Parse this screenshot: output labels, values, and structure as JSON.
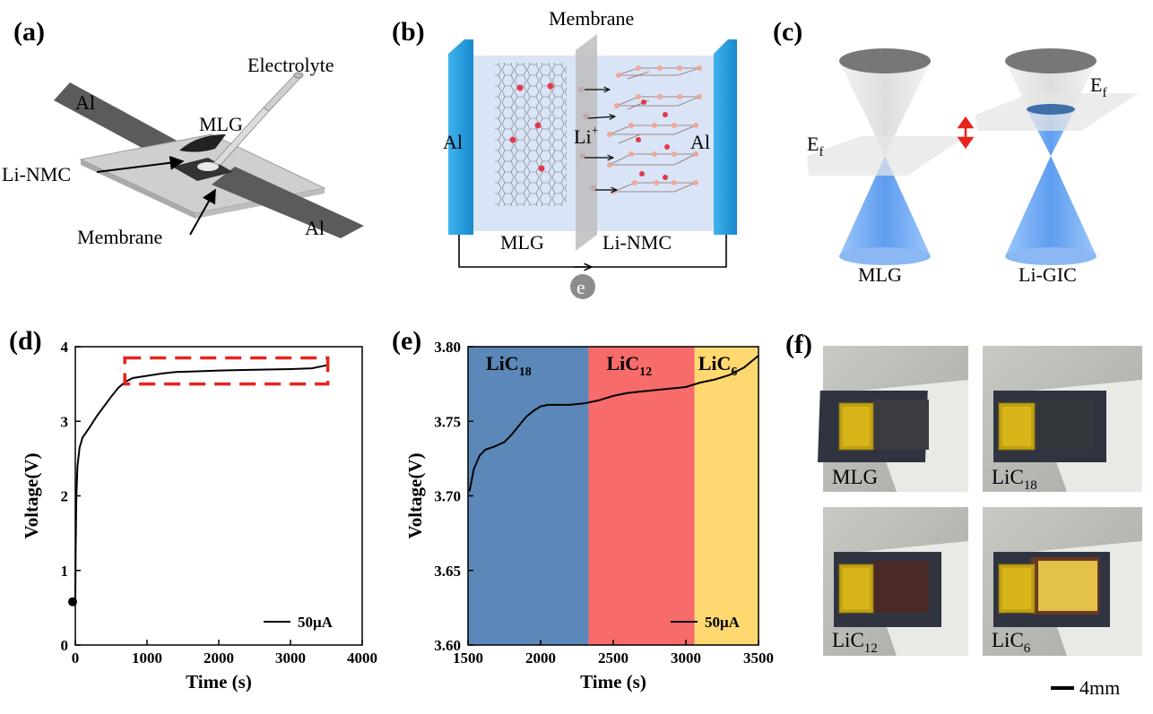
{
  "panels": {
    "a": {
      "label": "(a)",
      "electrolyte": "Electrolyte",
      "al_top": "Al",
      "mlg": "MLG",
      "li_nmc": "Li-NMC",
      "membrane": "Membrane",
      "al_bottom": "Al"
    },
    "b": {
      "label": "(b)",
      "membrane": "Membrane",
      "al_left": "Al",
      "al_right": "Al",
      "li_plus": "Li",
      "li_plus_sup": "+",
      "mlg": "MLG",
      "li_nmc": "Li-NMC",
      "electron": "e"
    },
    "c": {
      "label": "(c)",
      "ef_left": "E",
      "ef_left_sub": "f",
      "ef_right": "E",
      "ef_right_sub": "f",
      "mlg": "MLG",
      "li_gic": "Li-GIC"
    },
    "d": {
      "label": "(d)"
    },
    "e": {
      "label": "(e)"
    },
    "f": {
      "label": "(f)",
      "photos": [
        {
          "name": "MLG",
          "sub": ""
        },
        {
          "name": "LiC",
          "sub": "18"
        },
        {
          "name": "LiC",
          "sub": "12"
        },
        {
          "name": "LiC",
          "sub": "6"
        }
      ],
      "scale": "4mm"
    }
  },
  "colors": {
    "al_blue": "#2aa0e0",
    "cone_blue": "#6aa6f0",
    "highlight_red": "#e8221e",
    "lic18": "#5b88b8",
    "lic12": "#f86b6b",
    "lic6": "#ffd870"
  },
  "chart_data": [
    {
      "type": "line",
      "panel": "d",
      "xlabel": "Time (s)",
      "ylabel": "Voltage(V)",
      "xlim": [
        0,
        4000
      ],
      "ylim": [
        0,
        4
      ],
      "xticks": [
        "0",
        "1000",
        "2000",
        "3000",
        "4000"
      ],
      "yticks": [
        "0",
        "1",
        "2",
        "3",
        "4"
      ],
      "legend": "50μA",
      "start_marker": [
        0,
        0.58
      ],
      "x": [
        0,
        5,
        15,
        30,
        60,
        100,
        200,
        300,
        400,
        500,
        600,
        700,
        800,
        1000,
        1200,
        1400,
        1700,
        2000,
        2500,
        3000,
        3300,
        3500
      ],
      "y": [
        0.58,
        1.3,
        2.0,
        2.4,
        2.65,
        2.78,
        2.92,
        3.07,
        3.2,
        3.33,
        3.45,
        3.53,
        3.58,
        3.61,
        3.64,
        3.66,
        3.67,
        3.68,
        3.69,
        3.7,
        3.71,
        3.75
      ],
      "highlight_box": {
        "x": [
          690,
          3520
        ],
        "y": [
          3.5,
          3.85
        ]
      }
    },
    {
      "type": "line",
      "panel": "e",
      "xlabel": "Time (s)",
      "ylabel": "Voltage(V)",
      "xlim": [
        1500,
        3500
      ],
      "ylim": [
        3.6,
        3.8
      ],
      "xticks": [
        "1500",
        "2000",
        "2500",
        "3000",
        "3500"
      ],
      "yticks": [
        "3.60",
        "3.65",
        "3.70",
        "3.75",
        "3.80"
      ],
      "legend": "50μA",
      "regions": [
        {
          "name": "LiC",
          "sub": "18",
          "from": 1500,
          "to": 2330,
          "color": "#5b88b8"
        },
        {
          "name": "LiC",
          "sub": "12",
          "from": 2330,
          "to": 3060,
          "color": "#f86b6b"
        },
        {
          "name": "LiC",
          "sub": "6",
          "from": 3060,
          "to": 3500,
          "color": "#ffd870"
        }
      ],
      "x": [
        1510,
        1540,
        1580,
        1620,
        1680,
        1750,
        1800,
        1850,
        1900,
        1950,
        2000,
        2050,
        2100,
        2200,
        2300,
        2400,
        2500,
        2600,
        2700,
        2800,
        2900,
        3000,
        3100,
        3200,
        3300,
        3400,
        3500
      ],
      "y": [
        3.703,
        3.718,
        3.727,
        3.731,
        3.733,
        3.736,
        3.741,
        3.747,
        3.753,
        3.757,
        3.76,
        3.761,
        3.761,
        3.761,
        3.762,
        3.764,
        3.767,
        3.769,
        3.77,
        3.771,
        3.772,
        3.773,
        3.776,
        3.778,
        3.781,
        3.786,
        3.794
      ]
    }
  ]
}
